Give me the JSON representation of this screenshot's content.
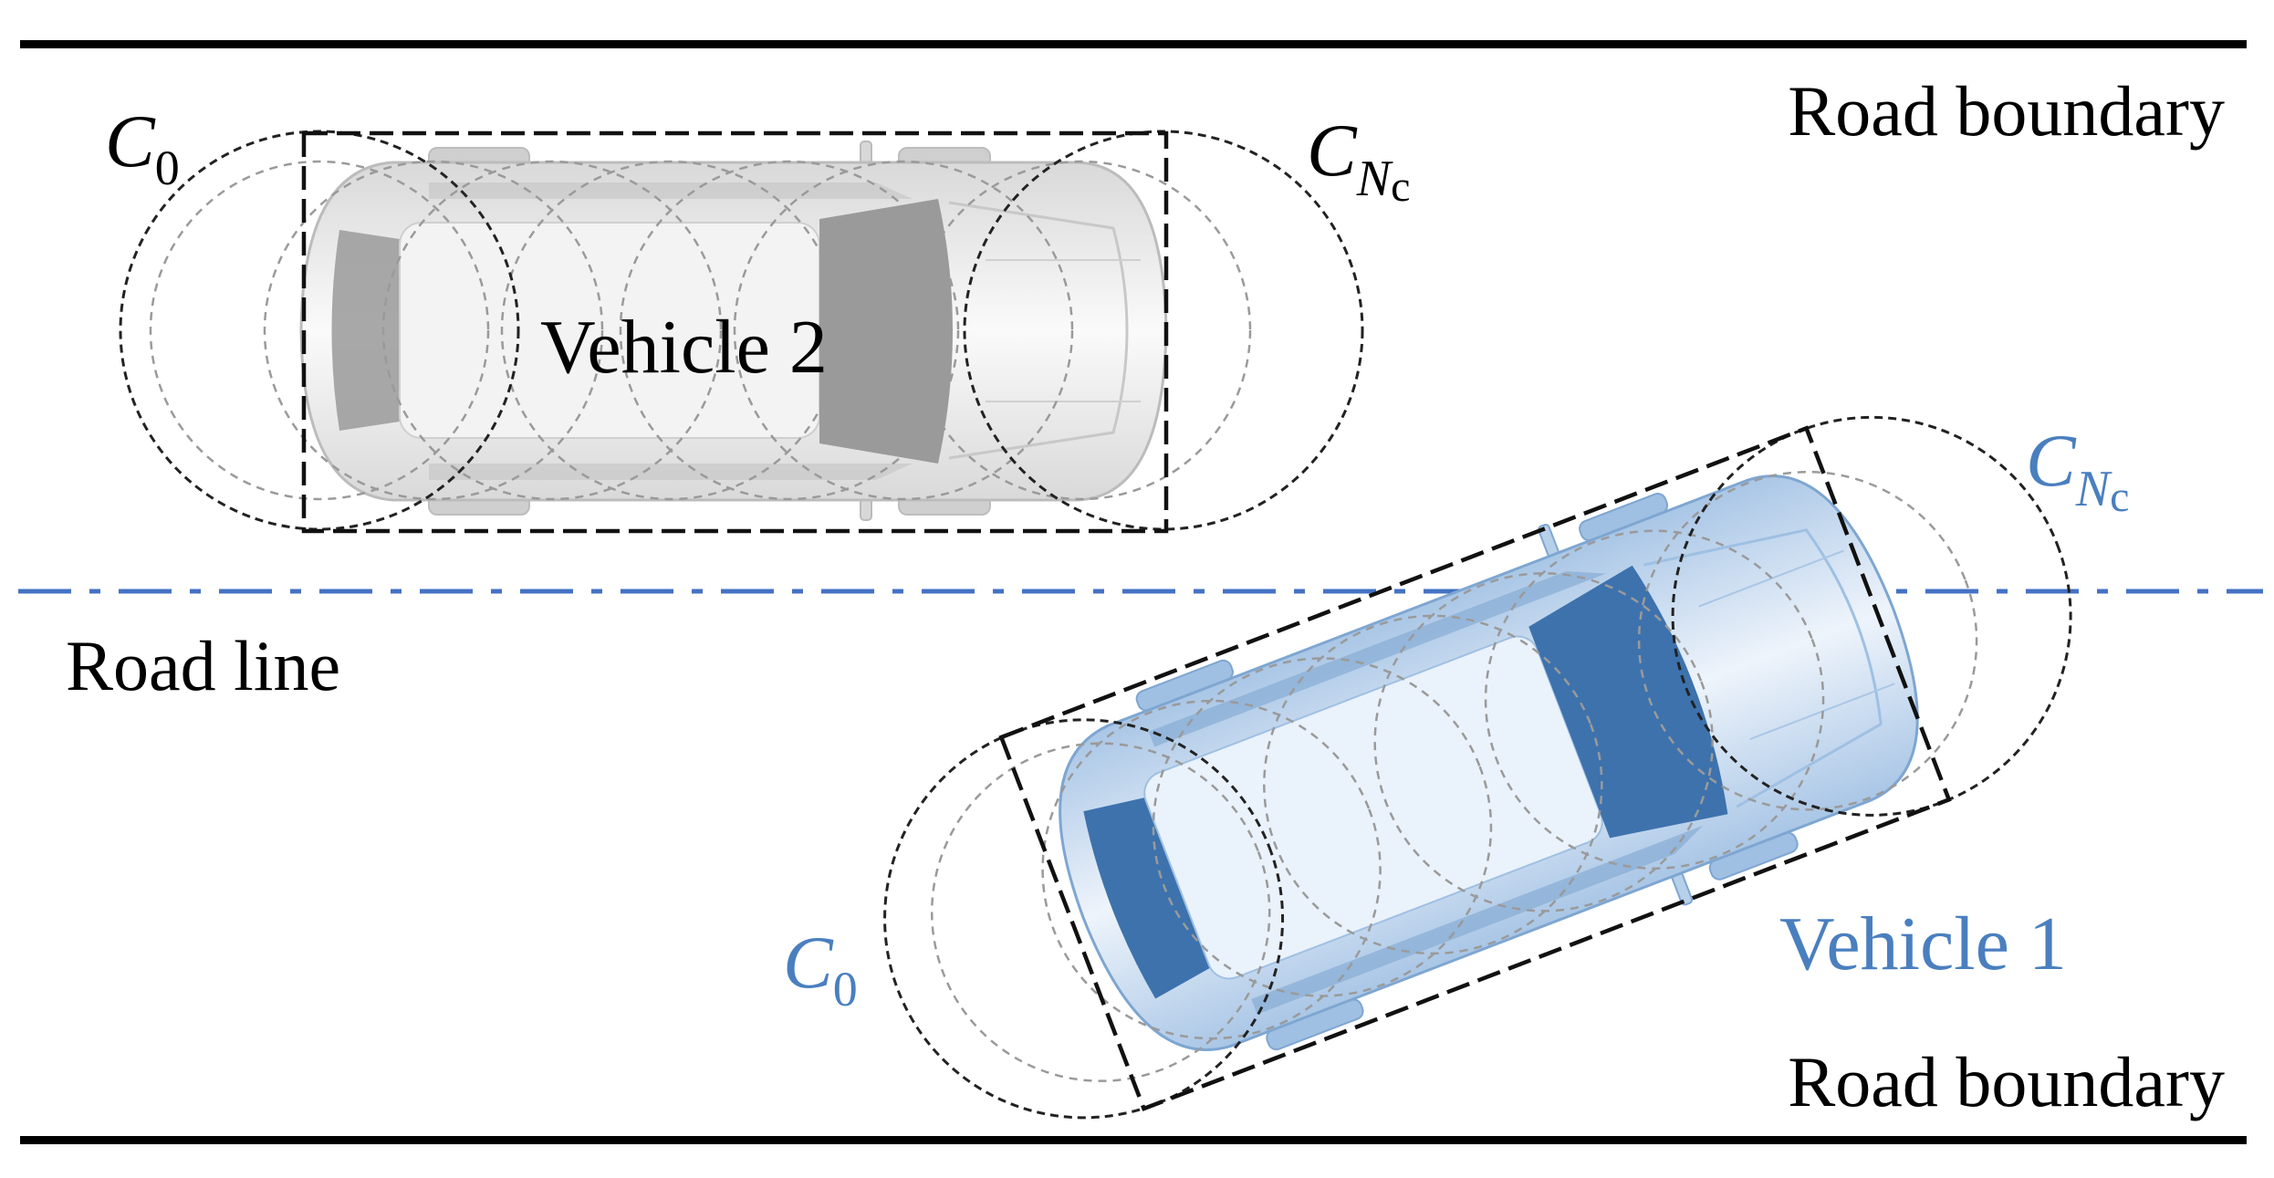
{
  "labels": {
    "road_boundary_top": "Road boundary",
    "road_boundary_bottom": "Road boundary",
    "road_line": "Road line",
    "vehicle2": "Vehicle 2",
    "vehicle1": "Vehicle 1",
    "v2_c0_base": "C",
    "v2_c0_sub": "0",
    "v2_cn_base": "C",
    "v2_cn_sub": "N",
    "v2_cn_subsub": "c",
    "v1_c0_base": "C",
    "v1_c0_sub": "0",
    "v1_cn_base": "C",
    "v1_cn_sub": "N",
    "v1_cn_subsub": "c"
  },
  "colors": {
    "road_boundary": "#000000",
    "road_line": "#4472C4",
    "vehicle2_body": "#e6e6e6",
    "vehicle2_glass": "#9e9e9e",
    "vehicle1_body": "#cfe0f1",
    "vehicle1_glass": "#3d72ad",
    "vehicle1_text": "#4a7fbf",
    "circle_outer": "#222222",
    "circle_inner": "#9a9a9a"
  }
}
